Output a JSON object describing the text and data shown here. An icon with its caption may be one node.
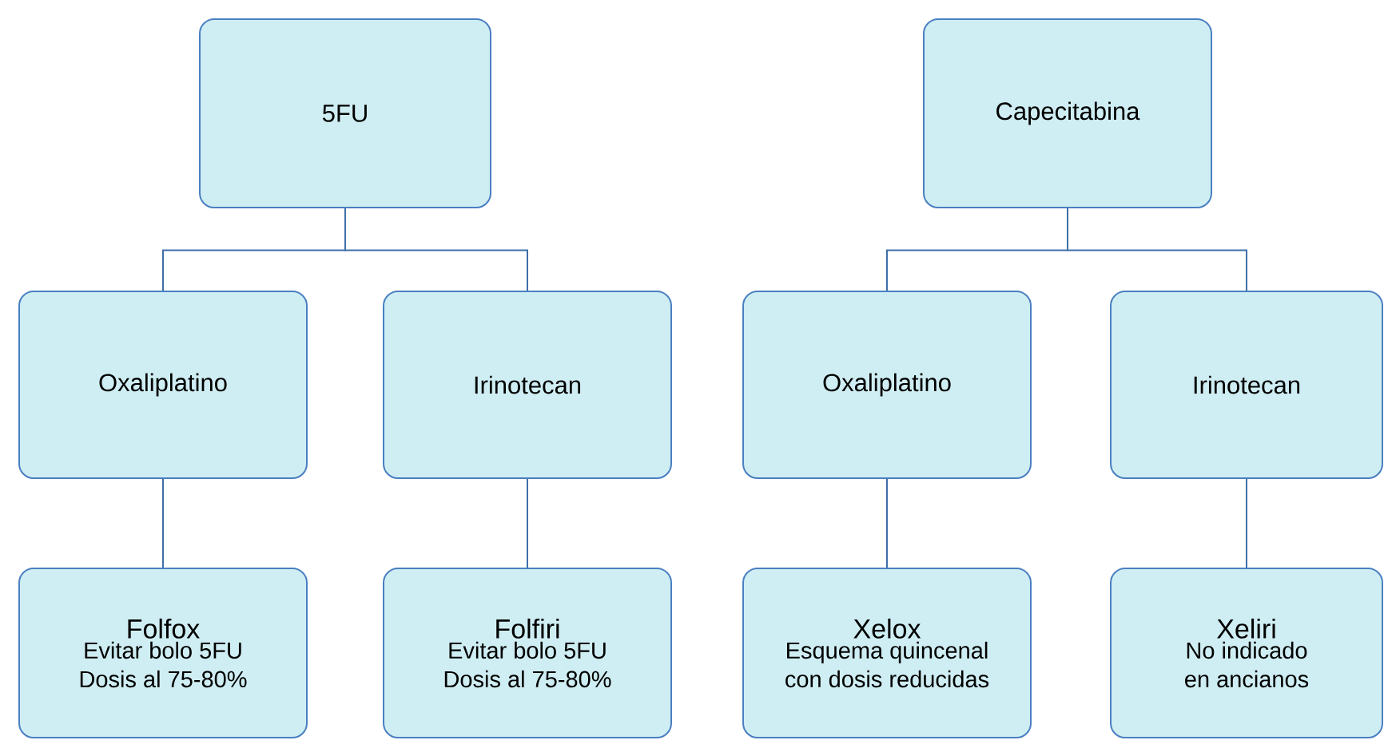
{
  "diagram": {
    "nodes": [
      {
        "text": [
          "5FU"
        ]
      },
      {
        "text": [
          "Capecitabina"
        ]
      },
      {
        "text": [
          "Oxaliplatino"
        ]
      },
      {
        "text": [
          "Irinotecan"
        ]
      },
      {
        "text": [
          "Oxaliplatino"
        ]
      },
      {
        "text": [
          "Irinotecan"
        ]
      },
      {
        "text": [
          "Folfox",
          "Evitar bolo 5FU Dosis al 75-80%"
        ]
      },
      {
        "text": [
          "Folfiri",
          "Evitar bolo 5FU Dosis al 75-80%"
        ]
      },
      {
        "text": [
          "Xelox",
          "Esquema quincenal con dosis reducidas"
        ]
      },
      {
        "text": [
          "Xeliri",
          "No indicado en ancianos"
        ]
      }
    ],
    "edges": [
      {
        "from": 0,
        "to": 2,
        "arrow": "none"
      },
      {
        "from": 0,
        "to": 3,
        "arrow": "none"
      },
      {
        "from": 1,
        "to": 4,
        "arrow": "none"
      },
      {
        "from": 1,
        "to": 5,
        "arrow": "none"
      },
      {
        "from": 2,
        "to": 6,
        "arrow": "none"
      },
      {
        "from": 3,
        "to": 7,
        "arrow": "none"
      },
      {
        "from": 4,
        "to": 8,
        "arrow": "none"
      },
      {
        "from": 5,
        "to": 9,
        "arrow": "none"
      }
    ]
  }
}
